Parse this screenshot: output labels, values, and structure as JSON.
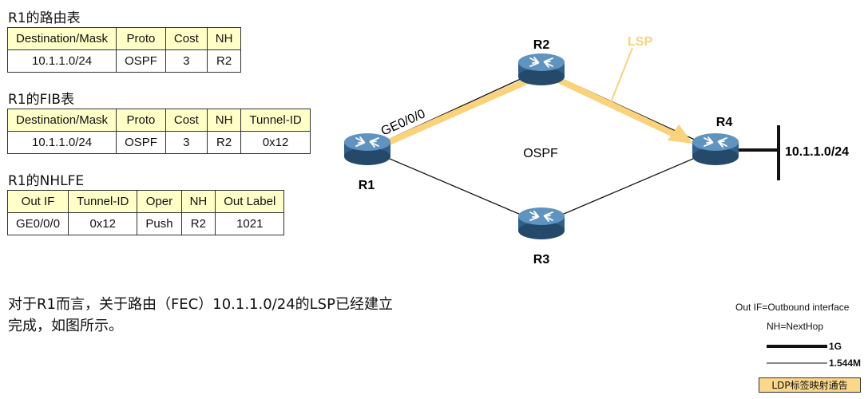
{
  "routing_table": {
    "title": "R1的路由表",
    "headers": [
      "Destination/Mask",
      "Proto",
      "Cost",
      "NH"
    ],
    "rows": [
      [
        "10.1.1.0/24",
        "OSPF",
        "3",
        "R2"
      ]
    ]
  },
  "fib_table": {
    "title": "R1的FIB表",
    "headers": [
      "Destination/Mask",
      "Proto",
      "Cost",
      "NH",
      "Tunnel-ID"
    ],
    "rows": [
      [
        "10.1.1.0/24",
        "OSPF",
        "3",
        "R2",
        "0x12"
      ]
    ]
  },
  "nhlfe_table": {
    "title": "R1的NHLFE",
    "headers": [
      "Out IF",
      "Tunnel-ID",
      "Oper",
      "NH",
      "Out Label"
    ],
    "rows": [
      [
        "GE0/0/0",
        "0x12",
        "Push",
        "R2",
        "1021"
      ]
    ]
  },
  "description": {
    "line1": "对于R1而言，关于路由（FEC）10.1.1.0/24的LSP已经建立",
    "line2": "完成，如图所示。"
  },
  "diagram": {
    "routers": {
      "r1": "R1",
      "r2": "R2",
      "r3": "R3",
      "r4": "R4"
    },
    "interface_label": "GE0/0/0",
    "area_label": "OSPF",
    "lsp_label": "LSP",
    "network_label": "10.1.1.0/24",
    "colors": {
      "lsp": "#f9d27a",
      "router_body": "#2f5f8a",
      "router_top": "#5f93c0"
    }
  },
  "legend": {
    "out_if": "Out IF=Outbound interface",
    "nh": "NH=NextHop",
    "thick_line": "1G",
    "thin_line": "1.544M"
  },
  "ldp_button": {
    "label": "LDP标签映射通告"
  }
}
